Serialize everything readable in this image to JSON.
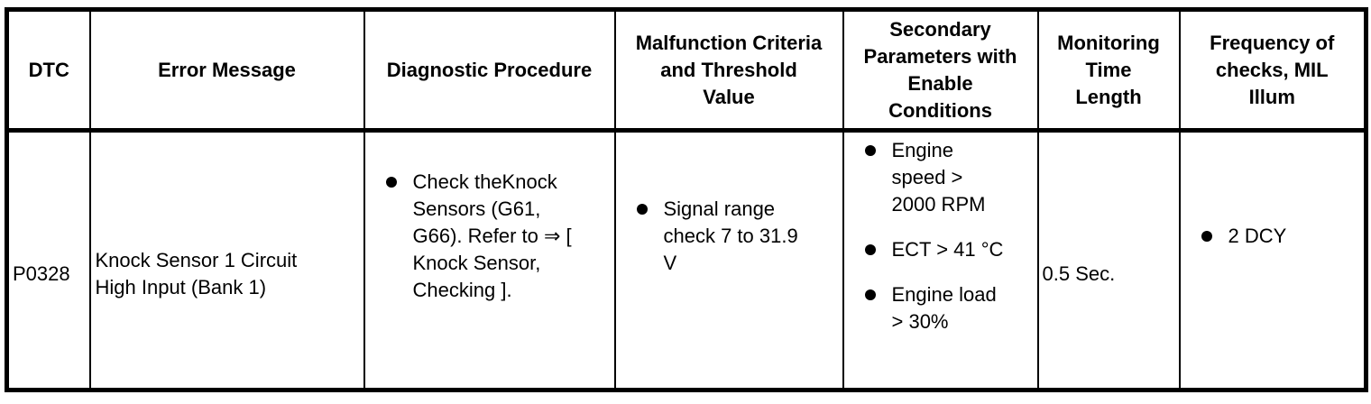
{
  "colors": {
    "border": "#000000",
    "text": "#000000",
    "background": "#ffffff"
  },
  "table": {
    "columns": [
      {
        "key": "dtc",
        "label": "DTC"
      },
      {
        "key": "error_message",
        "label": "Error Message"
      },
      {
        "key": "diagnostic_procedure",
        "label": "Diagnostic Procedure"
      },
      {
        "key": "malfunction_criteria",
        "label": "Malfunction Criteria\nand Threshold\nValue"
      },
      {
        "key": "secondary_parameters",
        "label": "Secondary\nParameters with\nEnable\nConditions"
      },
      {
        "key": "monitoring_time",
        "label": "Monitoring\nTime\nLength"
      },
      {
        "key": "frequency",
        "label": "Frequency of\nchecks, MIL\nIllum"
      }
    ],
    "rows": [
      {
        "dtc": "P0328",
        "error_message": "Knock Sensor 1 Circuit\nHigh Input (Bank 1)",
        "diagnostic_procedure_items": [
          "Check theKnock\nSensors (G61,\nG66). Refer to ⇒ [\nKnock Sensor,\nChecking ]."
        ],
        "malfunction_criteria_items": [
          "Signal range\ncheck 7 to 31.9\nV"
        ],
        "secondary_parameter_items": [
          "Engine\nspeed >\n2000 RPM",
          "ECT > 41 °C",
          "Engine load\n> 30%"
        ],
        "monitoring_time": "0.5 Sec.",
        "frequency_items": [
          "2 DCY"
        ]
      }
    ]
  }
}
